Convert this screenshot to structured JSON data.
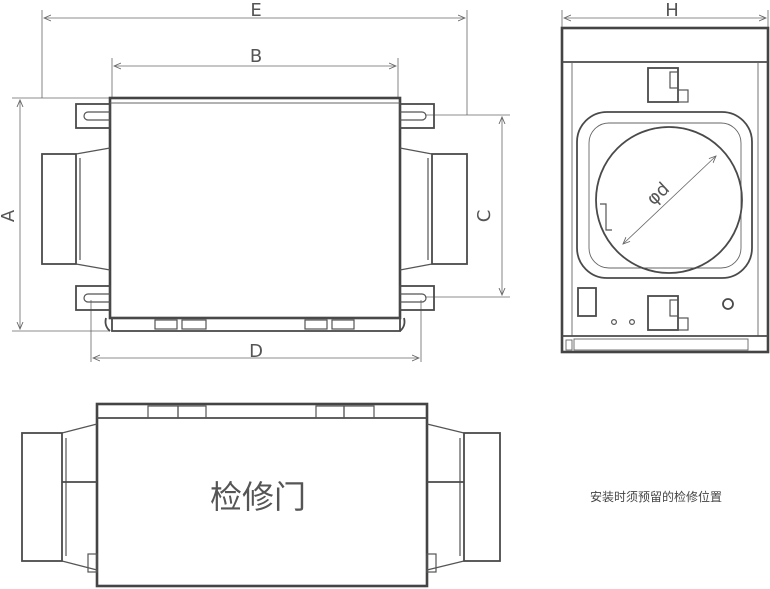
{
  "dimension_labels": {
    "E": "E",
    "B": "B",
    "A": "A",
    "C": "C",
    "D": "D",
    "H": "H",
    "diameter": "φd"
  },
  "bottom_view": {
    "door_label": "检修门"
  },
  "note": "安装时须预留的检修位置"
}
